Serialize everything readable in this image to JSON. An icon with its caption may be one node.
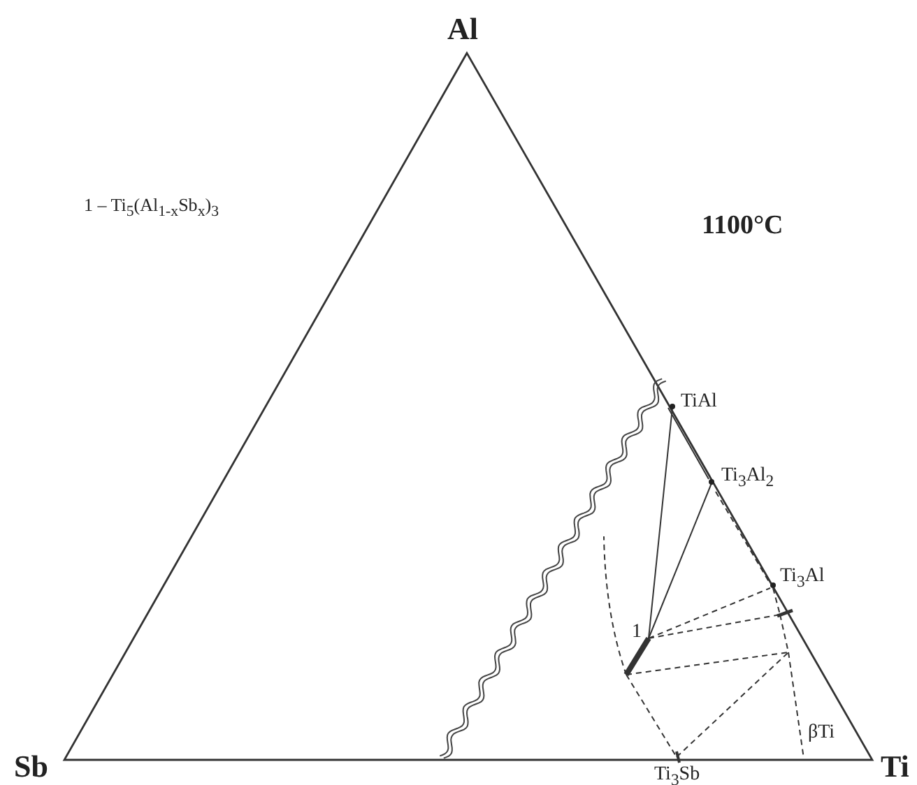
{
  "diagram": {
    "labels": [
      "Al",
      "1 – Ti$_{5}$(Al$_{1-x}$Sb$_{x}$)$_{3}$",
      "1100°C",
      "TiAl",
      "Ti$_{3}$Al$_{2}$",
      "Ti$_{3}$Al",
      "1",
      "βTi",
      "Sb",
      "Ti$_{3}$Sb",
      "Ti"
    ]
  }
}
